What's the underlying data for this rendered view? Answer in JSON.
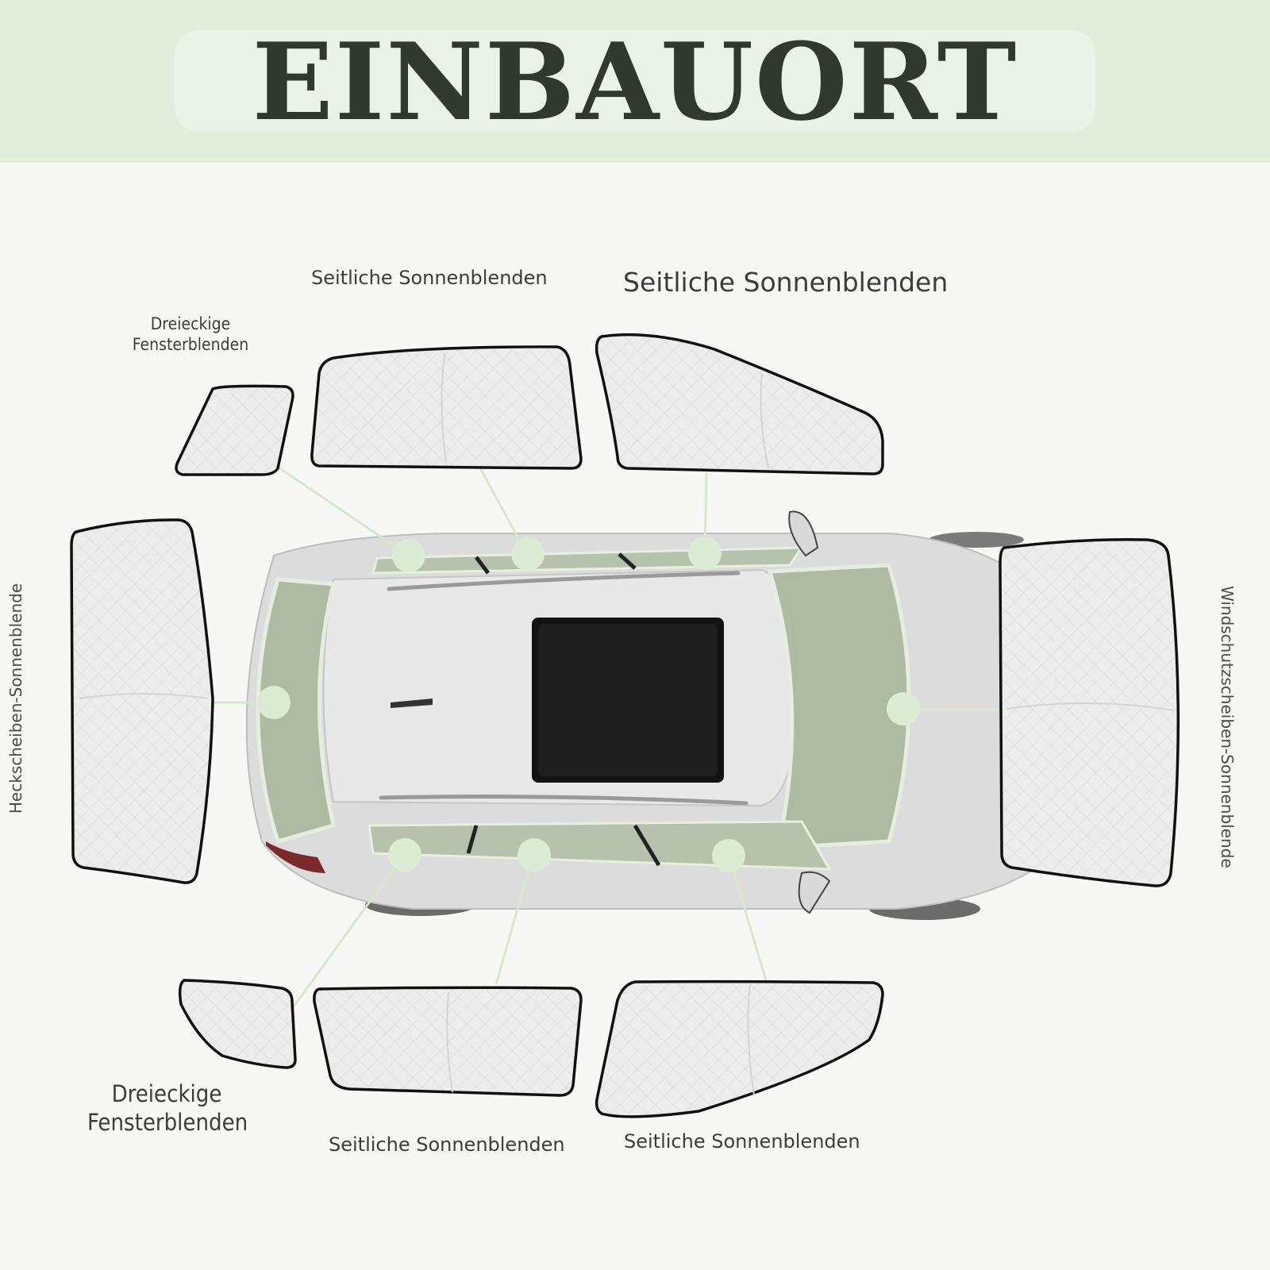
{
  "header": {
    "title": "EINBAUORT"
  },
  "labels": {
    "top_rear_side": "Seitliche Sonnenblenden",
    "top_front_side": "Seitliche Sonnenblenden",
    "top_triangle_line1": "Dreieckige",
    "top_triangle_line2": "Fensterblenden",
    "rear": "Heckscheiben-Sonnenblende",
    "windshield": "Windschutzscheiben-Sonnenblende",
    "bottom_triangle_line1": "Dreieckige",
    "bottom_triangle_line2": "Fensterblenden",
    "bottom_rear_side": "Seitliche Sonnenblenden",
    "bottom_front_side": "Seitliche Sonnenblenden"
  },
  "colors": {
    "header_bg": "#e2eedb",
    "title": "#2f3a2c",
    "marker": "#dcebd3",
    "glass": "#a9b89c",
    "shade_fill": "#eeeeee",
    "shade_border": "#111111"
  }
}
